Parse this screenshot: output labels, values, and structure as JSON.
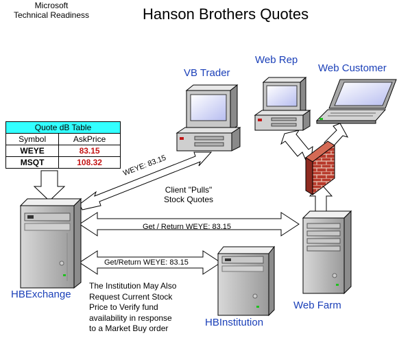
{
  "header": {
    "corp_line1": "Microsoft",
    "corp_line2": "Technical Readiness",
    "title": "Hanson Brothers Quotes"
  },
  "nodes": {
    "vb_trader": "VB Trader",
    "web_rep": "Web Rep",
    "web_customer": "Web Customer",
    "hb_exchange": "HBExchange",
    "hb_institution": "HBInstitution",
    "web_farm": "Web Farm"
  },
  "quote_table": {
    "title": "Quote dB Table",
    "columns": [
      "Symbol",
      "AskPrice"
    ],
    "rows": [
      {
        "symbol": "WEYE",
        "price": "83.15"
      },
      {
        "symbol": "MSQT",
        "price": "108.32"
      }
    ]
  },
  "flows": {
    "diag_label": "WEYE: 83.15",
    "pull_line1": "Client \"Pulls\"",
    "pull_line2": "Stock Quotes",
    "webfarm_label": "Get / Return WEYE: 83.15",
    "institution_label": "Get/Return WEYE: 83.15"
  },
  "note": {
    "lines": [
      "The Institution May Also",
      "Request Current Stock",
      "Price to Verify fund",
      "availability in response",
      "to a Market Buy order"
    ]
  },
  "colors": {
    "label_blue": "#1a3fb8",
    "table_header": "#33ffff",
    "price_red": "#c41414",
    "firewall_brick": "#b83a2c"
  }
}
